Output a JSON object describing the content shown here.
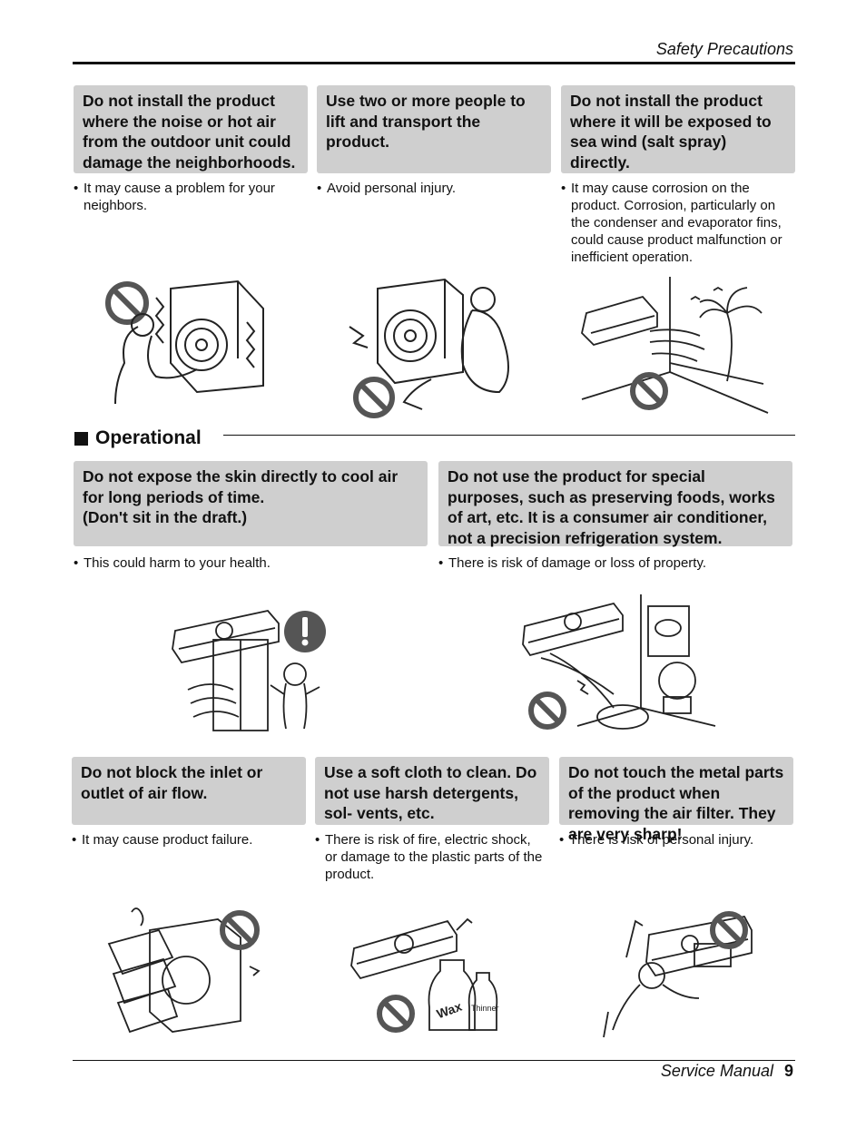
{
  "header": {
    "title": "Safety Precautions"
  },
  "top_row": [
    {
      "warning": "Do not install the product where the noise or hot air from the outdoor unit could damage the neighborhoods.",
      "note": "It may cause a problem for your neighbors."
    },
    {
      "warning": "Use two or more people to lift and transport the product.",
      "note": "Avoid personal injury."
    },
    {
      "warning": "Do not install the product where it will be exposed to sea wind (salt spray) directly.",
      "note": "It may cause corrosion on the product. Corrosion, particularly on the condenser and evaporator fins, could cause product malfunction or inefficient operation."
    }
  ],
  "section": {
    "title": "Operational"
  },
  "mid_row": [
    {
      "warning": "Do not expose the skin directly to cool air for long periods of time.\n(Don't sit in the draft.)",
      "note": "This could harm to your health."
    },
    {
      "warning": "Do not use the product for special purposes, such as preserving foods, works of art, etc. It is a consumer air conditioner, not a precision refrigeration system.",
      "note": "There is risk of damage or loss of property."
    }
  ],
  "bottom_row": [
    {
      "warning": "Do not block the inlet or outlet of air flow.",
      "note": "It may cause product failure."
    },
    {
      "warning": "Use a soft cloth to clean. Do not use harsh detergents, sol- vents, etc.",
      "note": "There is risk of fire, electric shock, or damage to the plastic parts of the product."
    },
    {
      "warning": "Do not touch the metal parts of the product when removing the air filter. They are very sharp!",
      "note": "There is risk of personal injury."
    }
  ],
  "illustration_labels": {
    "wax": "Wax",
    "thinner": "Thinner"
  },
  "footer": {
    "manual": "Service Manual",
    "page": "9"
  }
}
